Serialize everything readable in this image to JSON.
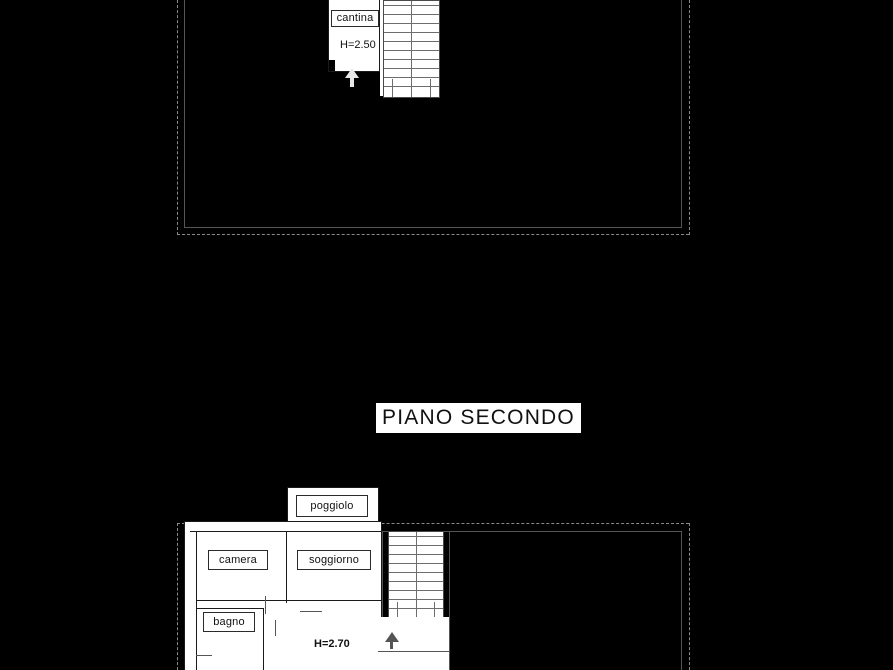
{
  "document": {
    "type": "architectural-floor-plan",
    "background_color": "#000000",
    "ink_color": "#111111",
    "paper_color": "#ffffff"
  },
  "top_plan": {
    "rooms": [
      {
        "label": "cantina",
        "id": "cantina"
      }
    ],
    "heights": [
      {
        "label": "H=2.50",
        "id": "cantina-height"
      }
    ],
    "stairs": [
      {
        "id": "stair-upper",
        "steps": 9
      }
    ],
    "arrows": [
      {
        "id": "stair-direction-arrow",
        "direction": "up"
      }
    ]
  },
  "title": {
    "text": "PIANO SECONDO"
  },
  "bottom_plan": {
    "rooms": [
      {
        "label": "poggiolo",
        "id": "poggiolo"
      },
      {
        "label": "camera",
        "id": "camera"
      },
      {
        "label": "soggiorno",
        "id": "soggiorno"
      },
      {
        "label": "bagno",
        "id": "bagno"
      }
    ],
    "heights": [
      {
        "label": "H=2.70",
        "id": "apartment-height"
      }
    ],
    "stairs": [
      {
        "id": "stair-lower",
        "steps": 9
      }
    ],
    "arrows": [
      {
        "id": "stair-direction-arrow-lower",
        "direction": "up"
      }
    ]
  }
}
